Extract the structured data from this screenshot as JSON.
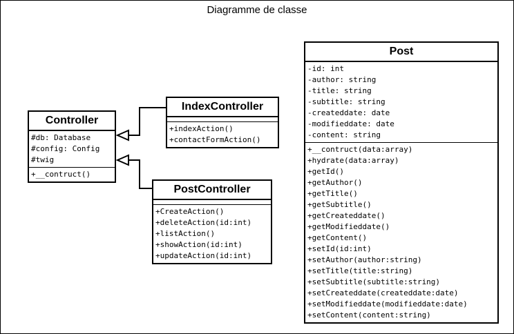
{
  "diagram_title": "Diagramme de classe",
  "classes": {
    "controller": {
      "name": "Controller",
      "attributes": [
        "#db: Database",
        "#config: Config",
        "#twig"
      ],
      "operations": [
        "+__contruct()"
      ]
    },
    "index_controller": {
      "name": "IndexController",
      "attributes": [],
      "operations": [
        "+indexAction()",
        "+contactFormAction()"
      ]
    },
    "post_controller": {
      "name": "PostController",
      "attributes": [],
      "operations": [
        "+CreateAction()",
        "+deleteAction(id:int)",
        "+listAction()",
        "+showAction(id:int)",
        "+updateAction(id:int)"
      ]
    },
    "post": {
      "name": "Post",
      "attributes": [
        "-id: int",
        "-author: string",
        "-title: string",
        "-subtitle: string",
        "-createddate: date",
        "-modifieddate: date",
        "-content: string"
      ],
      "operations": [
        "+__contruct(data:array)",
        "+hydrate(data:array)",
        "+getId()",
        "+getAuthor()",
        "+getTitle()",
        "+getSubtitle()",
        "+getCreateddate()",
        "+getModifieddate()",
        "+getContent()",
        "+setId(id:int)",
        "+setAuthor(author:string)",
        "+setTitle(title:string)",
        "+setSubtitle(subtitle:string)",
        "+setCreateddate(createddate:date)",
        "+setModifieddate(modifieddate:date)",
        "+setContent(content:string)"
      ]
    }
  },
  "relations": [
    {
      "type": "generalization",
      "from": "IndexController",
      "to": "Controller"
    },
    {
      "type": "generalization",
      "from": "PostController",
      "to": "Controller"
    }
  ]
}
